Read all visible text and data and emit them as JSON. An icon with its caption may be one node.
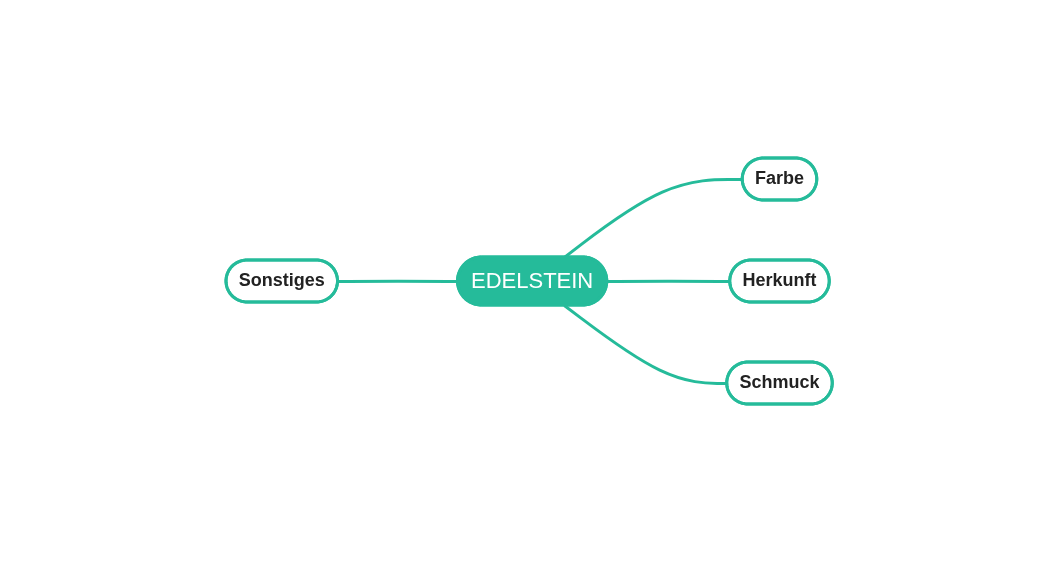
{
  "diagram": {
    "nodes": [
      {
        "text": [
          "Farbe"
        ]
      },
      {
        "text": [
          "Sonstiges"
        ]
      },
      {
        "text": [
          "EDELSTEIN"
        ]
      },
      {
        "text": [
          "Herkunft"
        ]
      },
      {
        "text": [
          "Schmuck"
        ]
      }
    ],
    "edges": [
      {
        "from": 2,
        "to": 0,
        "arrow": "none"
      },
      {
        "from": 1,
        "to": 2,
        "arrow": "none"
      },
      {
        "from": 2,
        "to": 3,
        "arrow": "none"
      },
      {
        "from": 2,
        "to": 4,
        "arrow": "none"
      }
    ]
  }
}
